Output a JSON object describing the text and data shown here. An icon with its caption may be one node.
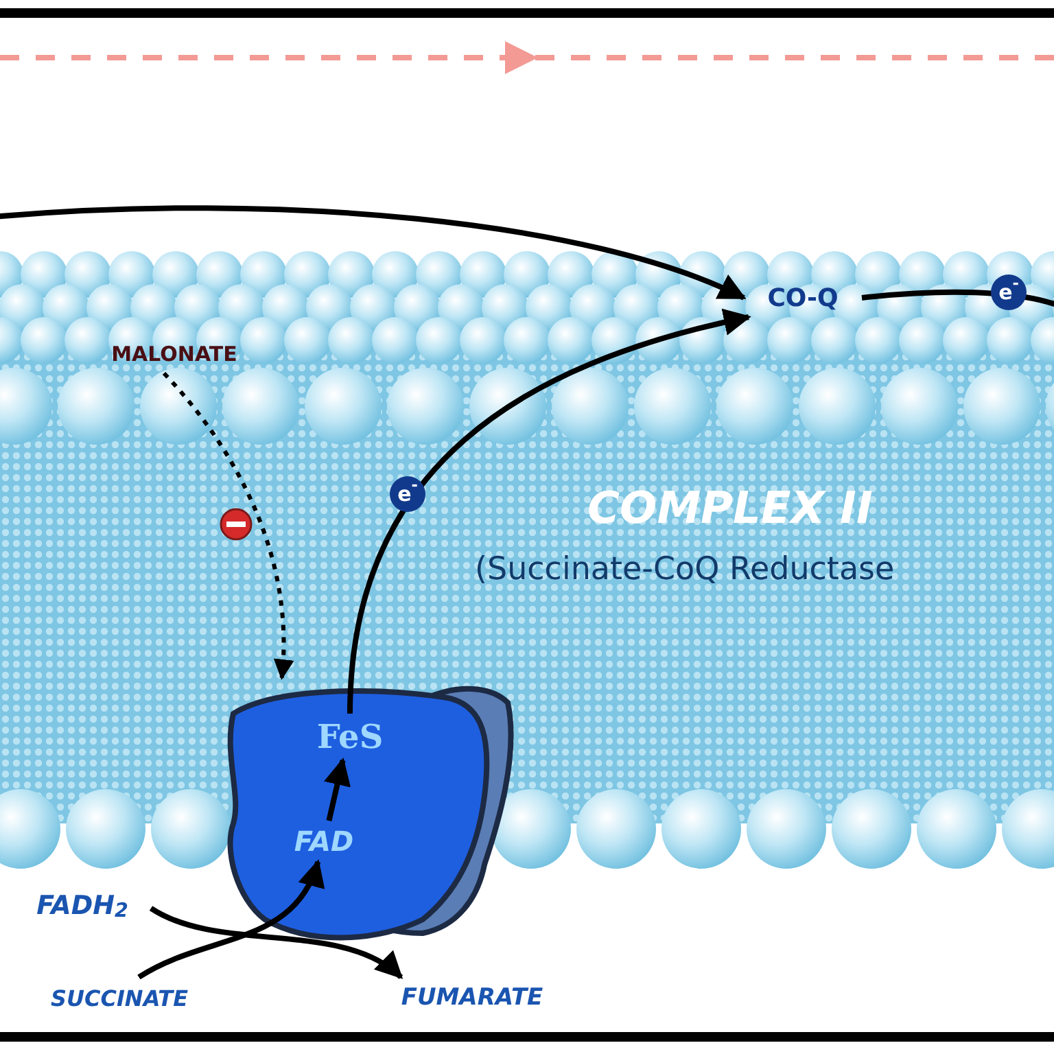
{
  "diagram": {
    "nodes": [
      {
        "text": [],
        "shape": "picture"
      },
      {
        "text": [
          "FeS"
        ],
        "in": 0
      },
      {
        "text": [
          "FAD"
        ],
        "in": 0
      },
      {
        "text": [
          "CO-Q"
        ]
      },
      {
        "text": [
          "MALONATE"
        ]
      },
      {
        "text": [
          "FADH$_{2}$"
        ]
      },
      {
        "text": [
          "SUCCINATE"
        ]
      },
      {
        "text": [
          "FUMARATE"
        ]
      }
    ],
    "edges": [
      {
        "from": null,
        "to": 3,
        "arrow": "to"
      },
      {
        "from": 1,
        "to": 3,
        "arrow": "to",
        "label": "e$^{-}$"
      },
      {
        "from": 3,
        "to": null,
        "arrow": "none",
        "label": "e$^{-}$"
      },
      {
        "from": 4,
        "to": 0,
        "arrow": "to",
        "style": "dashed"
      },
      {
        "from": 2,
        "to": 1,
        "arrow": "to"
      },
      {
        "from": 5,
        "to": 7,
        "arrow": "to"
      },
      {
        "from": 6,
        "to": 2,
        "arrow": "to"
      }
    ],
    "labels": [
      "COMPLEX II",
      "(Succinate-CoQ Reductase"
    ]
  }
}
